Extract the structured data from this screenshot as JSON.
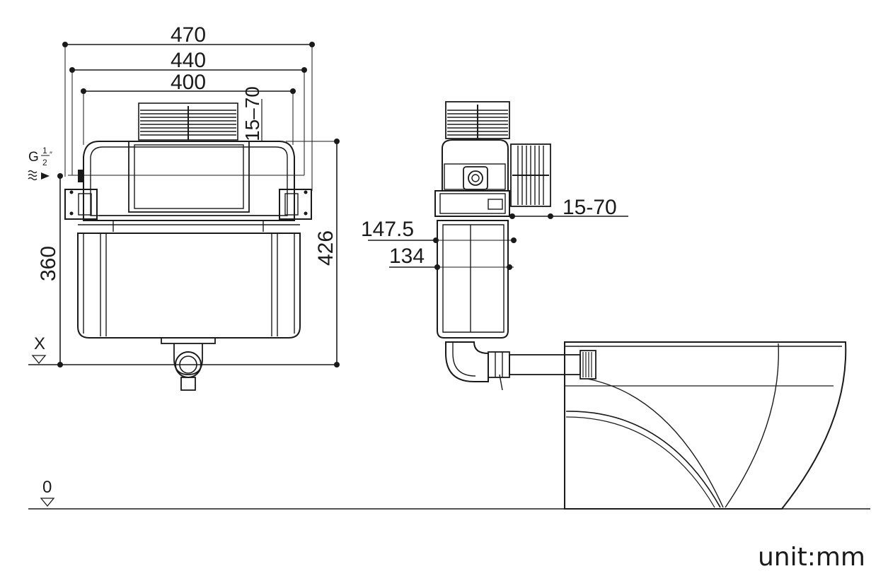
{
  "front_view": {
    "width_outer": "470",
    "width_middle": "440",
    "width_inner": "400",
    "cover_adjust": "15–70",
    "water_inlet": {
      "letter": "G",
      "num": "1",
      "den": "2",
      "mark": "″"
    },
    "height_to_bracket": "360",
    "height_total": "426",
    "level_x": "X"
  },
  "side_view": {
    "depth_adjust": "15-70",
    "dim_a": "147.5",
    "dim_b": "134"
  },
  "floor_level": "0",
  "unit_label": "unit:mm"
}
